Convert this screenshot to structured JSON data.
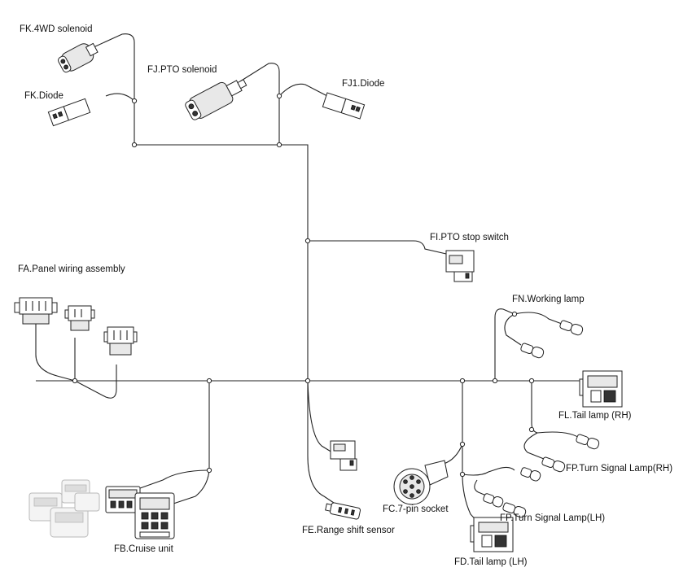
{
  "labels": {
    "fk_4wd": "FK.4WD solenoid",
    "fk_diode": "FK.Diode",
    "fj_pto": "FJ.PTO solenoid",
    "fj1_diode": "FJ1.Diode",
    "fi_pto_stop": "FI.PTO stop switch",
    "fa_panel": "FA.Panel wiring assembly",
    "fn_working": "FN.Working lamp",
    "fl_tail_rh": "FL.Tail lamp (RH)",
    "fp_turn_rh": "FP.Turn Signal Lamp(RH)",
    "fc_socket": "FC.7-pin socket",
    "fp_turn_lh": "FP.Turn Signal Lamp(LH)",
    "fe_range": "FE.Range shift sensor",
    "fb_cruise": "FB.Cruise unit",
    "fd_tail_lh": "FD.Tail lamp (LH)"
  }
}
